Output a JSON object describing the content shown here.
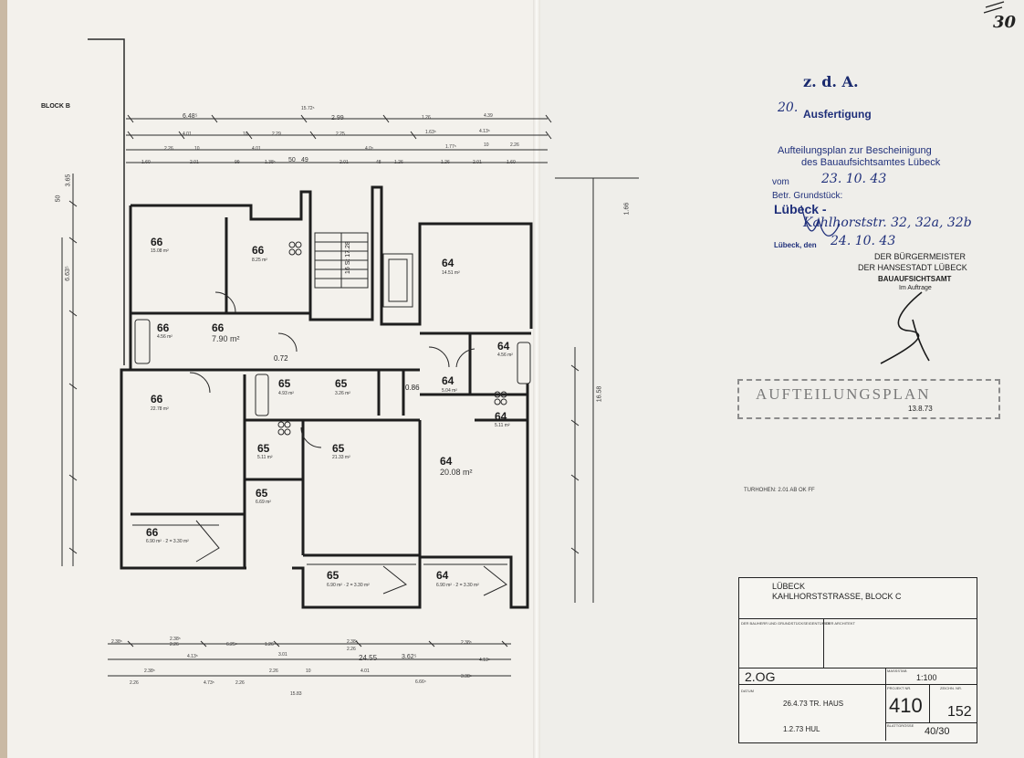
{
  "corner_mark": "30",
  "block_label": "BLOCK B",
  "dims": {
    "top": [
      "6.48⁵",
      "15.72⁵",
      "2.99",
      "1.26",
      "4.39",
      "4.01",
      "10",
      "2.29",
      "2.25",
      "1.63⁵",
      "4.13⁵",
      "2.26",
      "10",
      "4.01",
      "4.0⁵",
      "1.77⁵",
      "10",
      "2.26",
      "1.60",
      "2.01",
      "99",
      "1.38⁵",
      "50",
      "49",
      "2.01",
      "48",
      "1.26",
      "1.26",
      "2.01",
      "1.60"
    ],
    "left": [
      "50",
      "3.65",
      "6.63⁵",
      "16.58",
      "1.66"
    ],
    "bottom": [
      "2.38⁵",
      "2.26",
      "4.13⁵",
      "2.38⁵",
      "6.25⁵",
      "1.26",
      "3.01",
      "2.38⁵",
      "2.26",
      "24.55",
      "3.62⁵",
      "2.38⁵",
      "4.13⁵",
      "2.38⁵",
      "2.26",
      "10",
      "4.01",
      "6.66⁵",
      "4.73⁵",
      "2.26",
      "15.83",
      "3.38⁵",
      "2.26"
    ]
  },
  "rooms": [
    {
      "num": "66",
      "area": "15.08 m²"
    },
    {
      "num": "66",
      "area": "8.25 m²"
    },
    {
      "num": "66",
      "area": "4.56 m²"
    },
    {
      "num": "66",
      "area": "7.90 m²"
    },
    {
      "num": "0.72",
      "area": ""
    },
    {
      "num": "66",
      "area": "22.78 m²"
    },
    {
      "num": "66",
      "area": "6.90 m² · 2 = 3.30 m²"
    },
    {
      "num": "65",
      "area": "4.93 m²"
    },
    {
      "num": "65",
      "area": "3.26 m²"
    },
    {
      "num": "65",
      "area": "5.11 m²"
    },
    {
      "num": "65",
      "area": "21.33 m²"
    },
    {
      "num": "65",
      "area": "6.69 m²"
    },
    {
      "num": "65",
      "area": "6.90 m² · 2 = 3.30 m²"
    },
    {
      "num": "64",
      "area": "14.51 m²"
    },
    {
      "num": "64",
      "area": "4.56 m²"
    },
    {
      "num": "64",
      "area": "5.04 m²"
    },
    {
      "num": "64",
      "area": "5.11 m²"
    },
    {
      "num": "64",
      "area": "20.08 m²"
    },
    {
      "num": "64",
      "area": "6.90 m² · 2 = 3.30 m²"
    },
    {
      "num": "0.86",
      "area": ""
    }
  ],
  "stair_text": "16 St 17.28",
  "door_note": "TURHOHEN: 2.01 AB OK FF",
  "approval": {
    "title": "z. d. A.",
    "copy_no": "20.",
    "copy_label": "Ausfertigung",
    "line1": "Aufteilungsplan zur Bescheinigung",
    "line2": "des Bauaufsichtsamtes Lübeck",
    "vom_label": "vom",
    "vom_date": "23. 10. 43",
    "grund_label": "Betr. Grundstück:",
    "city": "Lübeck -",
    "street": "Kahlhorststr. 32, 32a, 32b",
    "place_date_label": "Lübeck, den",
    "place_date": "24. 10. 43",
    "auth1": "DER BÜRGERMEISTER",
    "auth2": "DER HANSESTADT LÜBECK",
    "auth3": "BAUAUFSICHTSAMT",
    "auth4": "Im Auftrage"
  },
  "stamp": {
    "text": "AUFTEILUNGSPLAN",
    "date": "13.8.73"
  },
  "title_block": {
    "city": "LÜBECK",
    "project": "KAHLHORSTSTRASSE, BLOCK C",
    "owner_label": "DER BAUHERR UND GRUNDSTÜCKSEIGENTÜMER",
    "architect_label": "DER ARCHITEKT",
    "floor": "2.OG",
    "scale_label": "MASSSTAB",
    "scale": "1:100",
    "date_label": "DATUM",
    "project_no_label": "PROJEKT NR.",
    "drawing_no_label": "ZEICHN. NR.",
    "project_no": "410",
    "drawing_no": "152",
    "rev1": "26.4.73 TR. HAUS",
    "rev2": "1.2.73 HUL",
    "sheet_label": "BLATTGRÖSSE",
    "sheet_no": "40/30"
  },
  "colors": {
    "ink": "#1d1d1d",
    "blue_ink": "#1f2f7a",
    "paper": "#f3f1ec"
  }
}
